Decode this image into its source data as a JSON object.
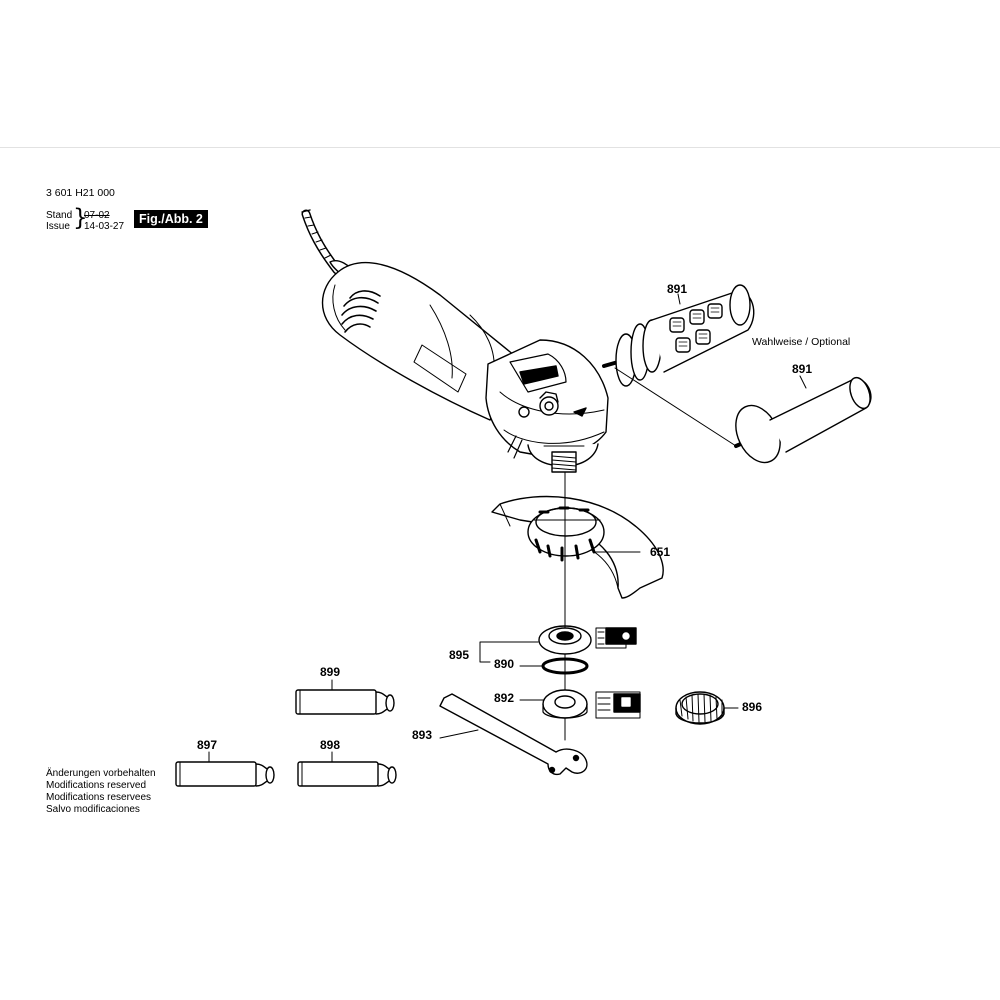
{
  "document": {
    "part_number": "3 601 H21 000",
    "stand_label": "Stand",
    "issue_label": "Issue",
    "brace": "}",
    "stand_date": "07-02",
    "issue_date": "14-03-27",
    "figure_label": "Fig./Abb. 2",
    "optional_label": "Wahlweise / Optional"
  },
  "parts": {
    "p891a": "891",
    "p891b": "891",
    "p651": "651",
    "p895": "895",
    "p890": "890",
    "p892": "892",
    "p896": "896",
    "p893": "893",
    "p899": "899",
    "p897": "897",
    "p898": "898"
  },
  "notes": [
    "Änderungen vorbehalten",
    "Modifications reserved",
    "Modifications reservees",
    "Salvo modificaciones"
  ]
}
